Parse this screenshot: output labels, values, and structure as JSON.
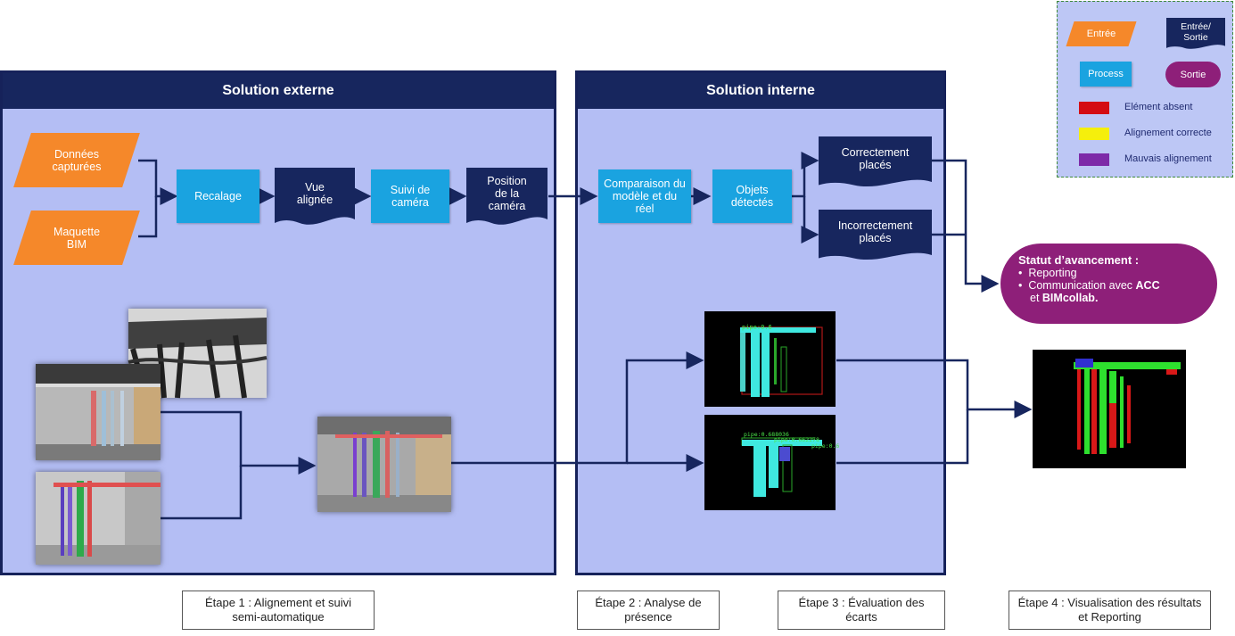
{
  "panels": {
    "external_title": "Solution externe",
    "internal_title": "Solution interne"
  },
  "nodes": {
    "donnees": "Données capturées",
    "maquette": "Maquette BIM",
    "recalage": "Recalage",
    "vue_line1": "Vue",
    "vue_line2": "alignée",
    "suivi": "Suivi de caméra",
    "position": "Position de la caméra",
    "comparaison": "Comparaison du modèle et du réel",
    "objets": "Objets détectés",
    "correct_line1": "Correctement",
    "correct_line2": "placés",
    "incorrect_line1": "Incorrectement",
    "incorrect_line2": "placés"
  },
  "status": {
    "title": "Statut d’avancement :",
    "item1": "Reporting",
    "item2_prefix": "Communication avec ",
    "item2_bold": "ACC",
    "item2_suffix": "et ",
    "item2_bold2": "BIMcollab."
  },
  "detections": {
    "label1": "pipe:0.6",
    "label2": "pipe:0.688036",
    "label3": "pipe:0.662278",
    "label4": "pipe:0.6"
  },
  "legend": {
    "entree": "Entrée",
    "entree_sortie": "Entrée/ Sortie",
    "process": "Process",
    "sortie": "Sortie",
    "absent": "Elément absent",
    "correct": "Alignement correcte",
    "mauvais": "Mauvais alignement",
    "colors": {
      "absent": "#d40c12",
      "correct": "#f5ef0c",
      "mauvais": "#7d2aa8"
    }
  },
  "captions": {
    "step1": "Étape 1 : Alignement et suivi semi-automatique",
    "step2": "Étape 2 : Analyse de présence",
    "step3": "Étape 3 : Évaluation des écarts",
    "step4": "Étape 4 : Visualisation des résultats et Reporting"
  }
}
